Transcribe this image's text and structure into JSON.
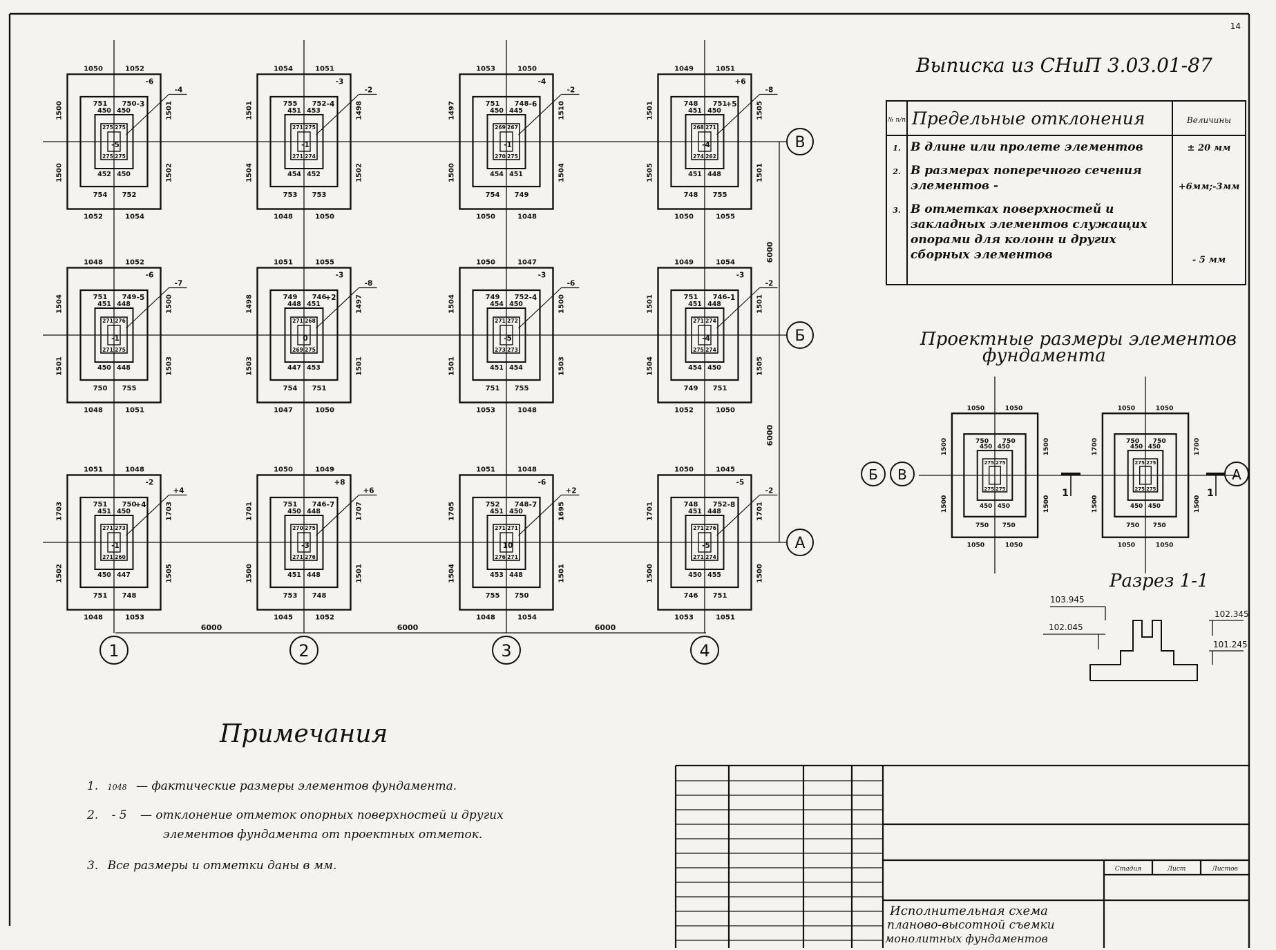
{
  "sheet_number": "14",
  "snip": {
    "title": "Выписка из СНиП 3.03.01-87",
    "header": {
      "num": "№ п/п",
      "name": "Предельные отклонения",
      "value": "Величины"
    },
    "rows": [
      {
        "num": "1.",
        "text": [
          "В длине или пролете элементов"
        ],
        "value": "± 20 мм"
      },
      {
        "num": "2.",
        "text": [
          "В размерах поперечного сечения",
          "элементов -"
        ],
        "value": "+6мм;-3мм"
      },
      {
        "num": "3.",
        "text": [
          "В отметках поверхностей и",
          "закладных элементов служащих",
          "опорами для колонн и других",
          "сборных элементов"
        ],
        "value": "- 5 мм"
      }
    ]
  },
  "project_title": [
    "Проектные размеры элементов",
    "фундамента"
  ],
  "section_title": "Разрез 1-1",
  "section_levels": [
    "103.945",
    "102.045",
    "102.345",
    "101.245"
  ],
  "notes": {
    "title": "Примечания",
    "items": [
      {
        "num": "1.",
        "key": "1048",
        "text": "— фактические размеры элементов фундамента."
      },
      {
        "num": "2.",
        "key": "- 5",
        "text": "— отклонение отметок опорных поверхностей и других",
        "text2": "элементов фундамента от проектных отметок."
      },
      {
        "num": "3.",
        "key": "",
        "text": "Все размеры и отметки даны в мм."
      }
    ]
  },
  "title_block": {
    "col_labels": [
      "Стадия",
      "Лист",
      "Листов"
    ],
    "name": [
      "Исполнительная схема",
      "планово-высотной съемки",
      "монолитных фундаментов"
    ]
  },
  "axes": {
    "columns": [
      "1",
      "2",
      "3",
      "4"
    ],
    "rows": [
      "В",
      "Б",
      "А"
    ],
    "spacing_x": [
      "6000",
      "6000",
      "6000"
    ],
    "spacing_y": [
      "6000",
      "6000"
    ]
  },
  "foundations": [
    {
      "id": "B1",
      "top": [
        "1050",
        "1052"
      ],
      "bottom": [
        "1052",
        "1054"
      ],
      "left": [
        "1500",
        "1500"
      ],
      "right": [
        "1501",
        "1502"
      ],
      "mid_top": [
        "751",
        "750"
      ],
      "mid_bottom": [
        "754",
        "752"
      ],
      "in_top": [
        "450",
        "450"
      ],
      "in_bottom": [
        "452",
        "450"
      ],
      "core_top": [
        "275",
        "275"
      ],
      "core_bottom": [
        "275",
        "275"
      ],
      "devs": [
        "-6",
        "-4",
        "-3",
        "-5"
      ]
    },
    {
      "id": "B2",
      "top": [
        "1054",
        "1051"
      ],
      "bottom": [
        "1048",
        "1050"
      ],
      "left": [
        "1501",
        "1504"
      ],
      "right": [
        "1498",
        "1502"
      ],
      "mid_top": [
        "755",
        "752"
      ],
      "mid_bottom": [
        "753",
        "753"
      ],
      "in_top": [
        "451",
        "453"
      ],
      "in_bottom": [
        "454",
        "452"
      ],
      "core_top": [
        "271",
        "275"
      ],
      "core_bottom": [
        "271",
        "274"
      ],
      "devs": [
        "-3",
        "-2",
        "-4",
        "-1"
      ]
    },
    {
      "id": "B3",
      "top": [
        "1053",
        "1050"
      ],
      "bottom": [
        "1050",
        "1048"
      ],
      "left": [
        "1497",
        "1500"
      ],
      "right": [
        "1510",
        "1504"
      ],
      "mid_top": [
        "751",
        "748"
      ],
      "mid_bottom": [
        "754",
        "749"
      ],
      "in_top": [
        "450",
        "445"
      ],
      "in_bottom": [
        "454",
        "451"
      ],
      "core_top": [
        "269",
        "267"
      ],
      "core_bottom": [
        "270",
        "275"
      ],
      "devs": [
        "-4",
        "-2",
        "-6",
        "-1"
      ]
    },
    {
      "id": "B4",
      "top": [
        "1049",
        "1051"
      ],
      "bottom": [
        "1050",
        "1055"
      ],
      "left": [
        "1501",
        "1505"
      ],
      "right": [
        "1505",
        "1501"
      ],
      "mid_top": [
        "748",
        "751"
      ],
      "mid_bottom": [
        "748",
        "755"
      ],
      "in_top": [
        "451",
        "450"
      ],
      "in_bottom": [
        "451",
        "448"
      ],
      "core_top": [
        "268",
        "271"
      ],
      "core_bottom": [
        "274",
        "262"
      ],
      "devs": [
        "+6",
        "-8",
        "+5",
        "-4"
      ]
    },
    {
      "id": "Б1",
      "top": [
        "1048",
        "1052"
      ],
      "bottom": [
        "1048",
        "1051"
      ],
      "left": [
        "1504",
        "1501"
      ],
      "right": [
        "1500",
        "1503"
      ],
      "mid_top": [
        "751",
        "749"
      ],
      "mid_bottom": [
        "750",
        "755"
      ],
      "in_top": [
        "451",
        "448"
      ],
      "in_bottom": [
        "450",
        "448"
      ],
      "core_top": [
        "271",
        "276"
      ],
      "core_bottom": [
        "271",
        "275"
      ],
      "devs": [
        "-6",
        "-7",
        "-5",
        "-1"
      ]
    },
    {
      "id": "Б2",
      "top": [
        "1051",
        "1055"
      ],
      "bottom": [
        "1047",
        "1050"
      ],
      "left": [
        "1498",
        "1503"
      ],
      "right": [
        "1497",
        "1501"
      ],
      "mid_top": [
        "749",
        "746"
      ],
      "mid_bottom": [
        "754",
        "751"
      ],
      "in_top": [
        "448",
        "451"
      ],
      "in_bottom": [
        "447",
        "453"
      ],
      "core_top": [
        "271",
        "268"
      ],
      "core_bottom": [
        "269",
        "275"
      ],
      "devs": [
        "-3",
        "-8",
        "+2",
        "0"
      ]
    },
    {
      "id": "Б3",
      "top": [
        "1050",
        "1047"
      ],
      "bottom": [
        "1053",
        "1048"
      ],
      "left": [
        "1504",
        "1501"
      ],
      "right": [
        "1500",
        "1503"
      ],
      "mid_top": [
        "749",
        "752"
      ],
      "mid_bottom": [
        "751",
        "755"
      ],
      "in_top": [
        "454",
        "450"
      ],
      "in_bottom": [
        "451",
        "454"
      ],
      "core_top": [
        "271",
        "272"
      ],
      "core_bottom": [
        "273",
        "273"
      ],
      "devs": [
        "-3",
        "-6",
        "-4",
        "-5"
      ]
    },
    {
      "id": "Б4",
      "top": [
        "1049",
        "1054"
      ],
      "bottom": [
        "1052",
        "1050"
      ],
      "left": [
        "1501",
        "1504"
      ],
      "right": [
        "1501",
        "1505"
      ],
      "mid_top": [
        "751",
        "746"
      ],
      "mid_bottom": [
        "749",
        "751"
      ],
      "in_top": [
        "451",
        "448"
      ],
      "in_bottom": [
        "454",
        "450"
      ],
      "core_top": [
        "271",
        "274"
      ],
      "core_bottom": [
        "275",
        "274"
      ],
      "devs": [
        "-3",
        "-2",
        "-1",
        "-4"
      ]
    },
    {
      "id": "А1",
      "top": [
        "1051",
        "1048"
      ],
      "bottom": [
        "1048",
        "1053"
      ],
      "left": [
        "1703",
        "1502"
      ],
      "right": [
        "1703",
        "1505"
      ],
      "mid_top": [
        "751",
        "750"
      ],
      "mid_bottom": [
        "751",
        "748"
      ],
      "in_top": [
        "451",
        "450"
      ],
      "in_bottom": [
        "450",
        "447"
      ],
      "core_top": [
        "271",
        "273"
      ],
      "core_bottom": [
        "271",
        "260"
      ],
      "devs": [
        "-2",
        "+4",
        "+4",
        "-1"
      ]
    },
    {
      "id": "А2",
      "top": [
        "1050",
        "1049"
      ],
      "bottom": [
        "1045",
        "1052"
      ],
      "left": [
        "1701",
        "1500"
      ],
      "right": [
        "1707",
        "1501"
      ],
      "mid_top": [
        "751",
        "746"
      ],
      "mid_bottom": [
        "753",
        "748"
      ],
      "in_top": [
        "450",
        "448"
      ],
      "in_bottom": [
        "451",
        "448"
      ],
      "core_top": [
        "270",
        "275"
      ],
      "core_bottom": [
        "271",
        "276"
      ],
      "devs": [
        "+8",
        "+6",
        "-7",
        "-3"
      ]
    },
    {
      "id": "А3",
      "top": [
        "1051",
        "1048"
      ],
      "bottom": [
        "1048",
        "1054"
      ],
      "left": [
        "1705",
        "1504"
      ],
      "right": [
        "1695",
        "1501"
      ],
      "mid_top": [
        "752",
        "748"
      ],
      "mid_bottom": [
        "755",
        "750"
      ],
      "in_top": [
        "451",
        "450"
      ],
      "in_bottom": [
        "453",
        "448"
      ],
      "core_top": [
        "271",
        "271"
      ],
      "core_bottom": [
        "276",
        "271"
      ],
      "devs": [
        "-6",
        "+2",
        "-7",
        "10"
      ]
    },
    {
      "id": "А4",
      "top": [
        "1050",
        "1045"
      ],
      "bottom": [
        "1053",
        "1051"
      ],
      "left": [
        "1701",
        "1500"
      ],
      "right": [
        "1701",
        "1500"
      ],
      "mid_top": [
        "748",
        "752"
      ],
      "mid_bottom": [
        "746",
        "751"
      ],
      "in_top": [
        "451",
        "448"
      ],
      "in_bottom": [
        "450",
        "455"
      ],
      "core_top": [
        "271",
        "276"
      ],
      "core_bottom": [
        "271",
        "274"
      ],
      "devs": [
        "-5",
        "-2",
        "-8",
        "-5"
      ]
    }
  ],
  "design_plans": [
    {
      "id": "Б-В",
      "top": [
        "1050",
        "1050"
      ],
      "bottom": [
        "1050",
        "1050"
      ],
      "left": [
        "1500",
        "1500"
      ],
      "right": [
        "1500",
        "1500"
      ],
      "mid_top": [
        "750",
        "750"
      ],
      "mid_bottom": [
        "750",
        "750"
      ],
      "in_top": [
        "450",
        "450"
      ],
      "in_bottom": [
        "450",
        "450"
      ],
      "core_top": [
        "275",
        "275"
      ],
      "core_bottom": [
        "275",
        "275"
      ]
    },
    {
      "id": "А",
      "top": [
        "1050",
        "1050"
      ],
      "bottom": [
        "1050",
        "1050"
      ],
      "left": [
        "1700",
        "1500"
      ],
      "right": [
        "1700",
        "1500"
      ],
      "mid_top": [
        "750",
        "750"
      ],
      "mid_bottom": [
        "750",
        "750"
      ],
      "in_top": [
        "450",
        "450"
      ],
      "in_bottom": [
        "450",
        "450"
      ],
      "core_top": [
        "275",
        "275"
      ],
      "core_bottom": [
        "275",
        "275"
      ]
    }
  ],
  "design_axes": [
    "Б",
    "В",
    "А",
    "1",
    "1"
  ]
}
